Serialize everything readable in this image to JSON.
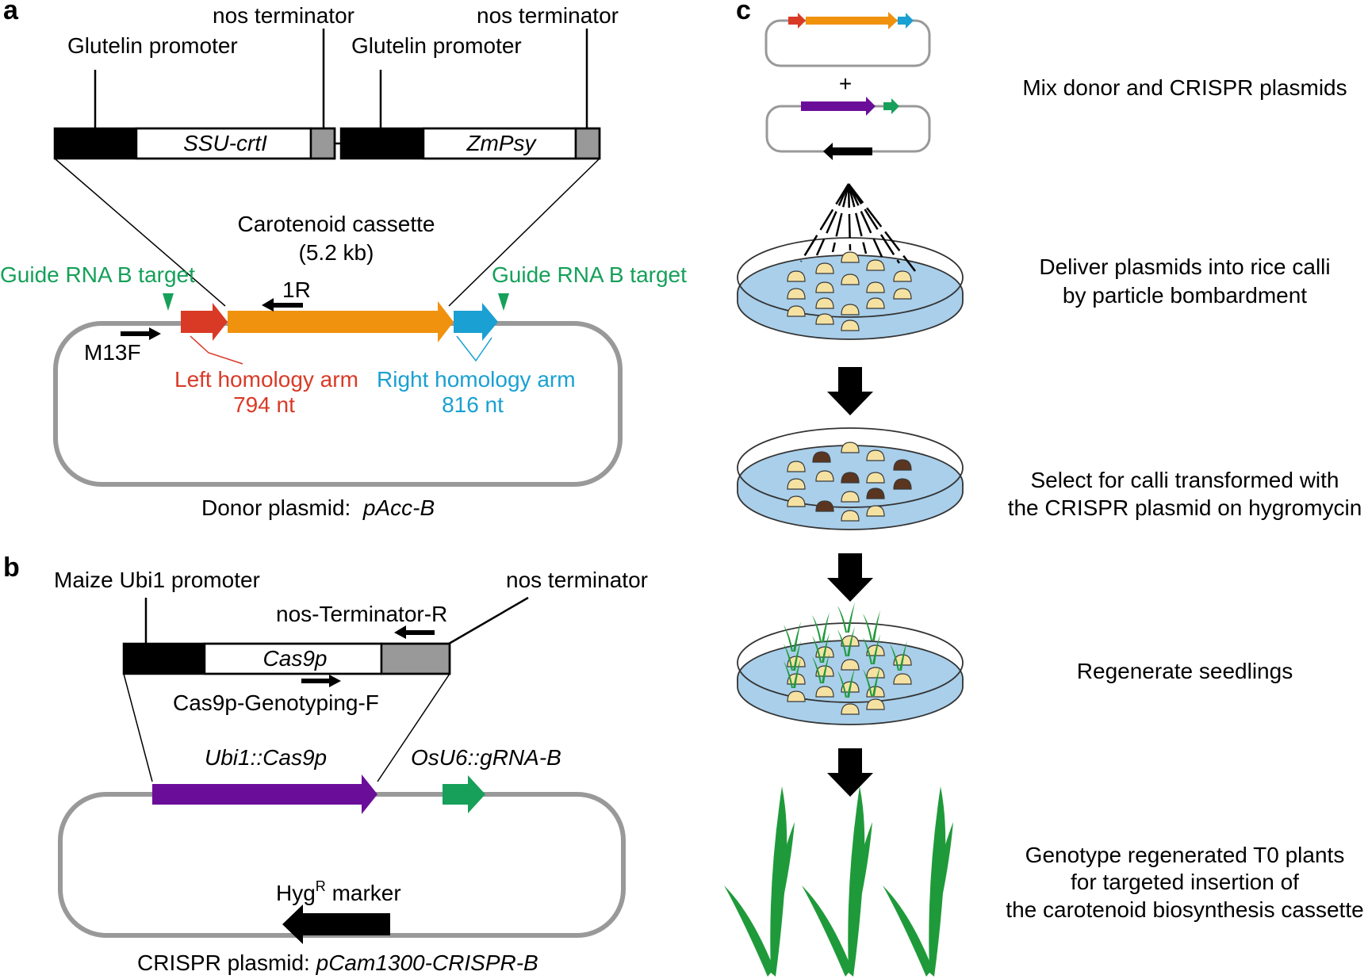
{
  "colors": {
    "green": "#16a05a",
    "red": "#d93a26",
    "orange": "#f0920e",
    "blue": "#1aa0d2",
    "purple": "#6a0e9a",
    "gray": "#999999",
    "dish": "#a9cfea",
    "callus": "#f5e2a2",
    "brown": "#5a3520"
  },
  "panel_a": {
    "letter": "a",
    "promoter1": "Glutelin promoter",
    "terminator1": "nos terminator",
    "promoter2": "Glutelin promoter",
    "terminator2": "nos terminator",
    "gene1": "SSU-crtI",
    "gene2": "ZmPsy",
    "cassette_line1": "Carotenoid cassette",
    "cassette_line2": "(5.2 kb)",
    "guide_left": "Guide RNA B target",
    "guide_right": "Guide RNA B target",
    "primer_1r": "1R",
    "primer_m13f": "M13F",
    "left_arm": "Left homology arm",
    "left_arm_len": "794 nt",
    "right_arm": "Right homology arm",
    "right_arm_len": "816 nt",
    "plasmid_prefix": "Donor plasmid:",
    "plasmid_name": "pAcc-B"
  },
  "panel_b": {
    "letter": "b",
    "promoter": "Maize Ubi1 promoter",
    "terminator": "nos terminator",
    "primer_r": "nos-Terminator-R",
    "gene": "Cas9p",
    "primer_f": "Cas9p-Genotyping-F",
    "cas9_label": "Ubi1::Cas9p",
    "grna_label": "OsU6::gRNA-B",
    "hyg_base": "Hyg",
    "hyg_sup": "R",
    "hyg_rest": " marker",
    "plasmid_prefix": "CRISPR plasmid:",
    "plasmid_name": "pCam1300-CRISPR-B"
  },
  "panel_c": {
    "letter": "c",
    "plus": "+",
    "steps": [
      "Mix donor and CRISPR plasmids",
      "Deliver plasmids into rice calli",
      "by particle bombardment",
      "Select for calli transformed with",
      "the CRISPR plasmid on hygromycin",
      "Regenerate seedlings",
      "Genotype regenerated T0 plants",
      "for targeted insertion of",
      "the carotenoid biosynthesis cassette"
    ]
  }
}
